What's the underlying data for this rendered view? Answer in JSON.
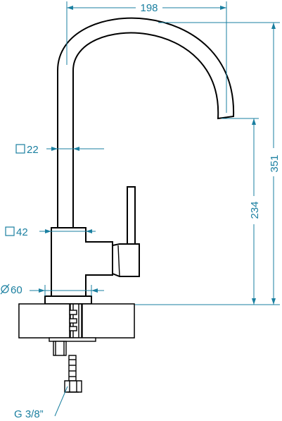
{
  "dimensions": {
    "width_label": "198",
    "total_height_label": "351",
    "spout_height_label": "234",
    "tube_size_label": "22",
    "body_size_label": "42",
    "base_diameter_label": "60",
    "thread_label": "G 3/8”"
  },
  "colors": {
    "dimension": "#1a7fa0",
    "outline": "#000000"
  },
  "icons": {
    "square_symbol": "square-symbol-icon",
    "diameter_symbol": "diameter-symbol-icon"
  }
}
